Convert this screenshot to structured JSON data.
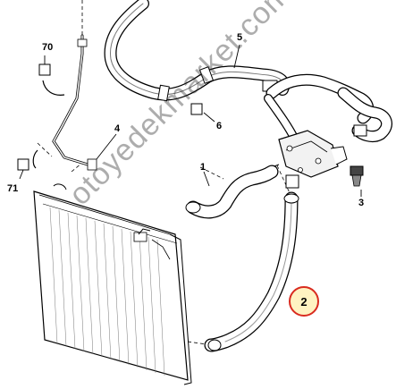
{
  "callouts": {
    "c70": "70",
    "c71": "71",
    "c5": "5",
    "c6": "6",
    "c4": "4",
    "c1": "1",
    "c3": "3",
    "c2": "2"
  },
  "watermark": "otoyedekmarket.com",
  "colors": {
    "highlight_ring": "#d92b1f",
    "highlight_fill": "#fff3c2",
    "line": "#000000"
  }
}
